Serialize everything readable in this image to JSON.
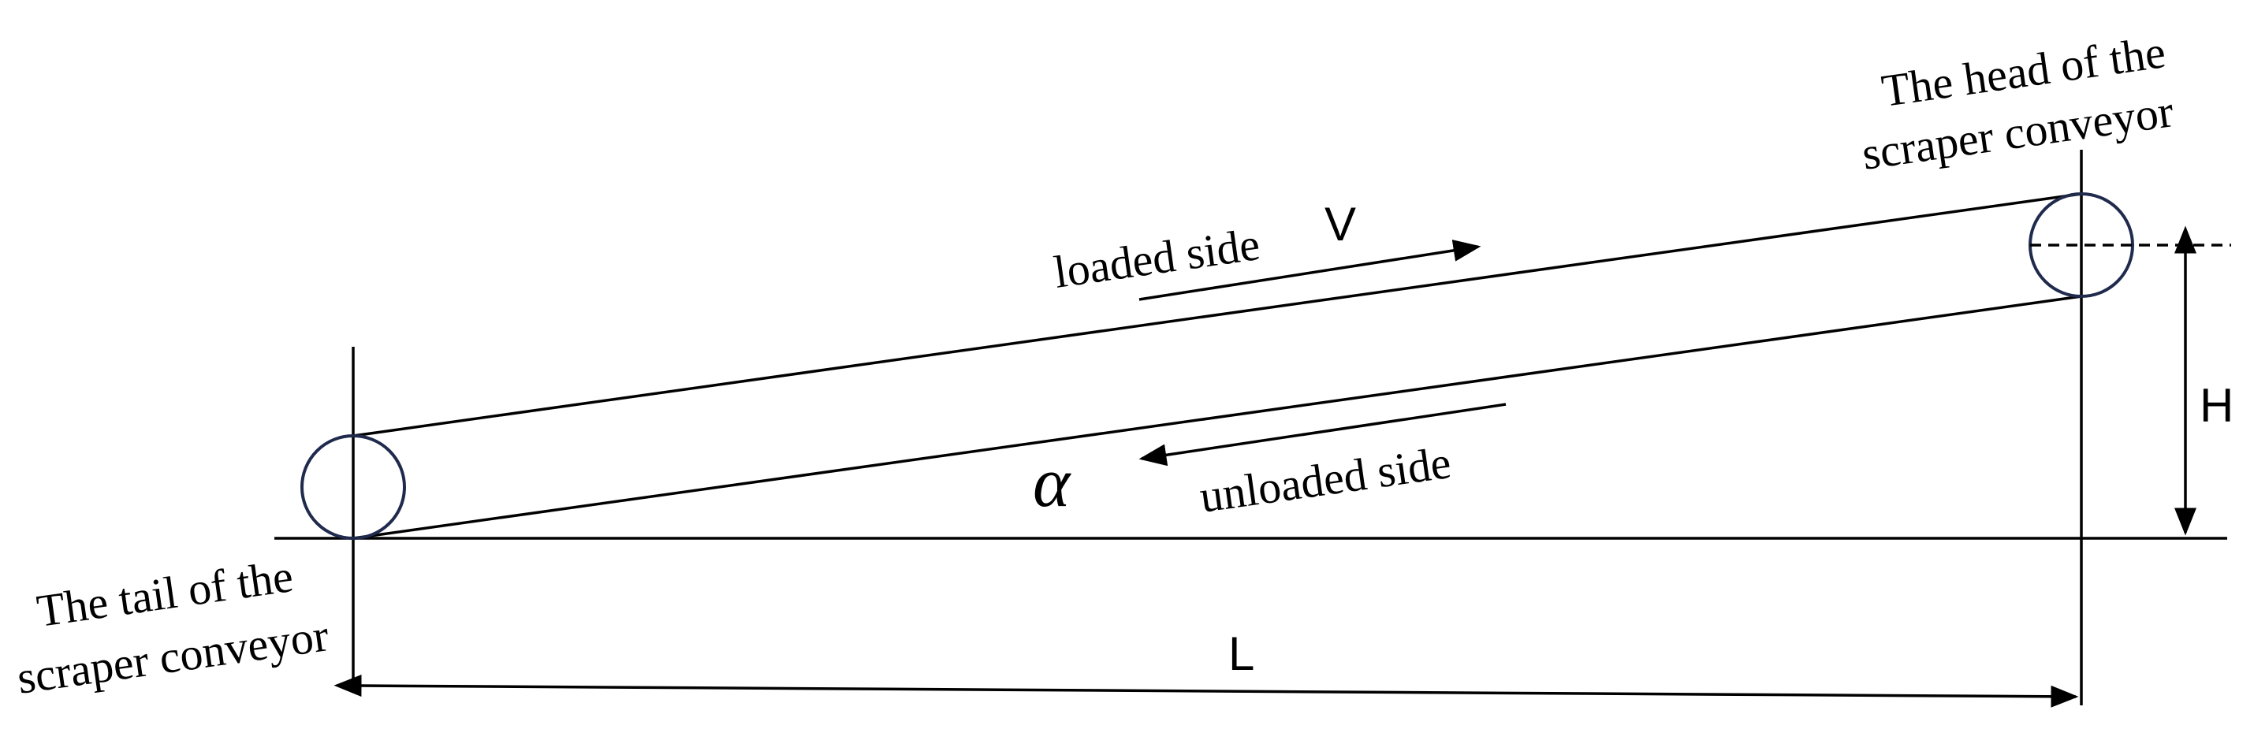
{
  "labels": {
    "head_line1": "The head of the",
    "head_line2": "scraper conveyor",
    "tail_line1": "The tail of the",
    "tail_line2": "scraper conveyor",
    "loaded_side": "loaded side",
    "unloaded_side": "unloaded side",
    "velocity": "V",
    "angle": "α",
    "height": "H",
    "length": "L"
  }
}
